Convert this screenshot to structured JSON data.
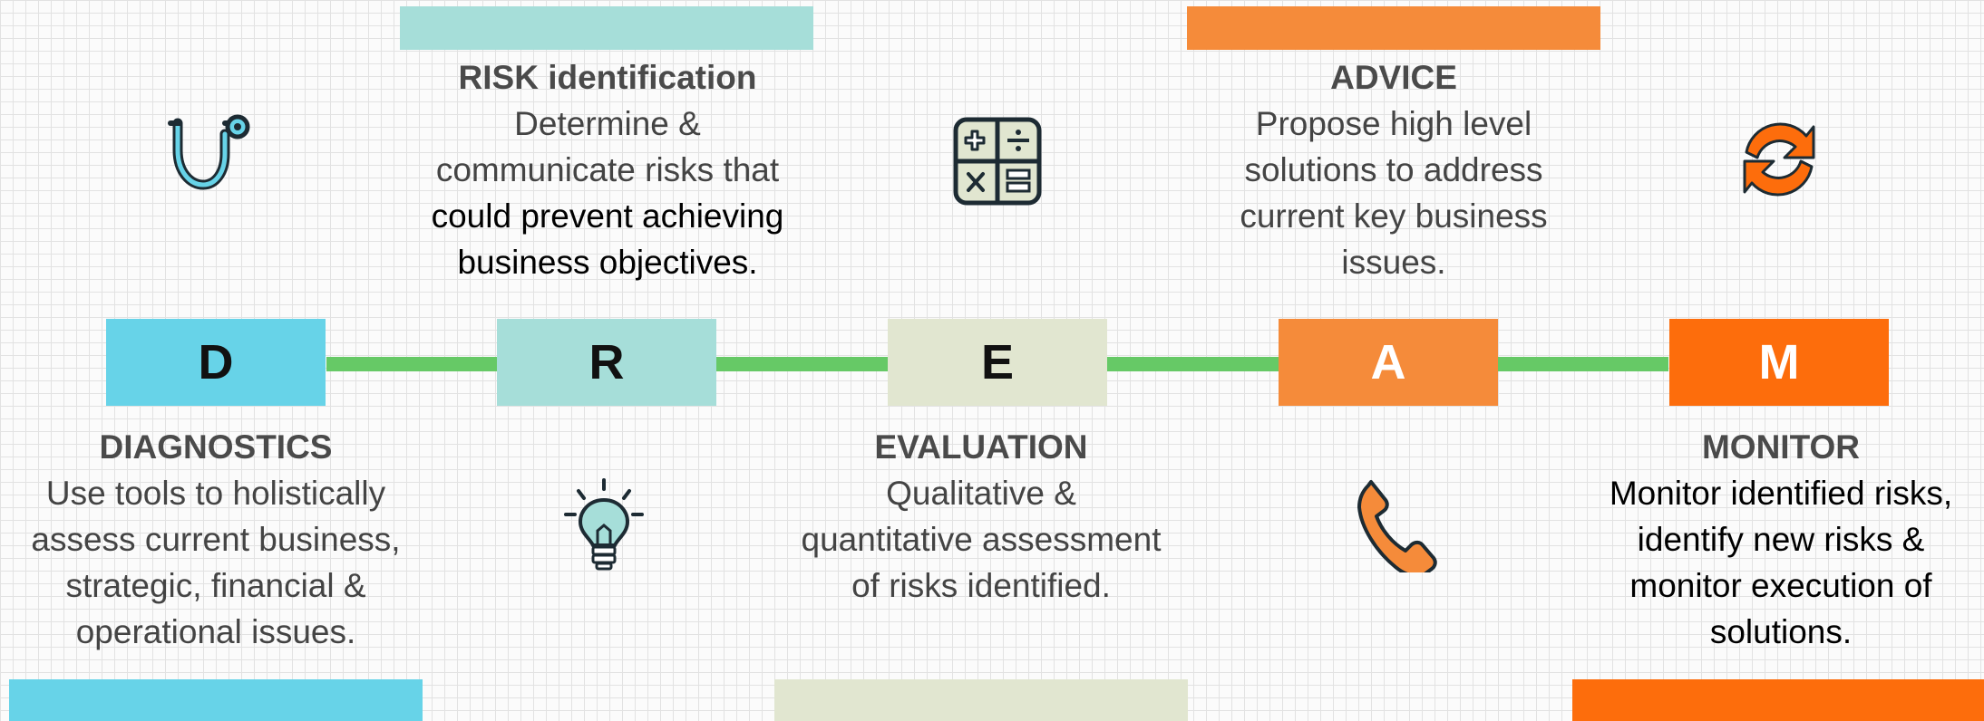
{
  "colors": {
    "d": "#67d3e8",
    "r": "#a6ded9",
    "e": "#e1e6d0",
    "a": "#f58b3a",
    "m": "#fd6d0c",
    "connector": "#66c966",
    "grid": "#e2e2e2"
  },
  "steps": [
    {
      "letter": "D",
      "title": "DIAGNOSTICS",
      "desc_a": "Use tools to holistically assess current business, strategic, financial & operational issues.",
      "desc_b": "",
      "icon": "stethoscope-icon"
    },
    {
      "letter": "R",
      "title": "RISK identification",
      "desc_a": "Determine & communicate risks that",
      "desc_b": "could prevent achieving business objectives.",
      "icon": "lightbulb-icon"
    },
    {
      "letter": "E",
      "title": "EVALUATION",
      "desc_a": "Qualitative & quantitative assessment of risks identified.",
      "desc_b": "",
      "icon": "calculator-icon"
    },
    {
      "letter": "A",
      "title": "ADVICE",
      "desc_a": "Propose high level solutions to address current key business issues.",
      "desc_b": "",
      "icon": "phone-icon"
    },
    {
      "letter": "M",
      "title": "MONITOR",
      "desc_a": "",
      "desc_b": "Monitor identified risks, identify new risks & monitor execution of solutions.",
      "icon": "refresh-cycle-icon"
    }
  ]
}
